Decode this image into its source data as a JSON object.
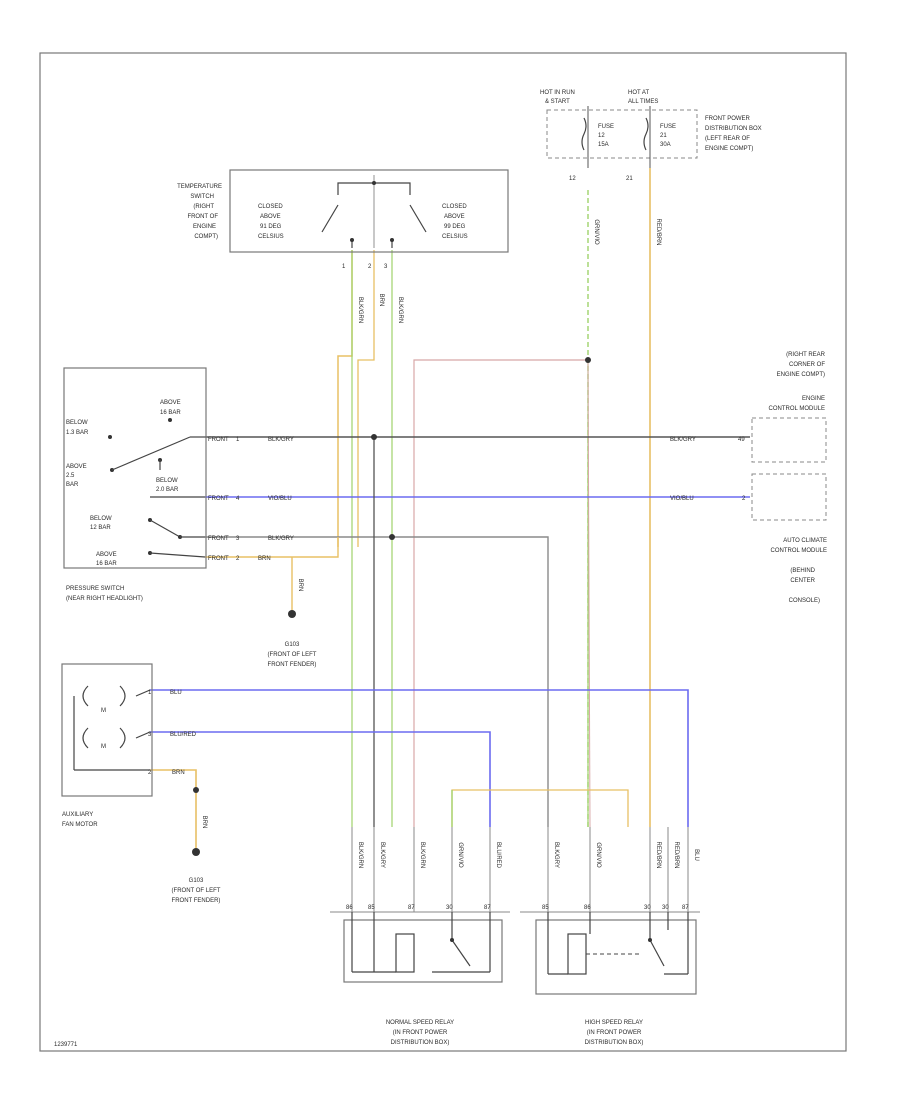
{
  "diagram": {
    "figure_id": "1239771",
    "wire_colors": {
      "green": "#9fd36b",
      "yellow": "#e8c065",
      "blue": "#6b6bf0",
      "gray": "#8a8a8a",
      "dark": "#555555",
      "pink": "#d8a8a8",
      "black": "#333333"
    },
    "power": {
      "hot_run_label": "HOT IN RUN",
      "hot_run_sub": "& START",
      "hot_at_label": "HOT AT",
      "hot_at_sub": "ALL TIMES",
      "fuse_a_label": "FUSE",
      "fuse_a_num": "12",
      "fuse_a_amp": "15A",
      "fuse_b_label": "FUSE",
      "fuse_b_num": "21",
      "fuse_b_amp": "30A",
      "pin_a": "12",
      "pin_b": "21",
      "wire_a": "GRN/VIO",
      "wire_b": "RED/BRN",
      "location_lines": [
        "FRONT POWER",
        "DISTRIBUTION BOX",
        "(LEFT REAR OF",
        "ENGINE COMPT)"
      ]
    },
    "temp_switch": {
      "label_lines": [
        "TEMPERATURE",
        "SWITCH",
        "(RIGHT",
        "FRONT OF",
        "ENGINE",
        "COMPT)"
      ],
      "left_lines": [
        "CLOSED",
        "ABOVE",
        "91 DEG",
        "CELSIUS"
      ],
      "right_lines": [
        "CLOSED",
        "ABOVE",
        "99 DEG",
        "CELSIUS"
      ],
      "pins": [
        "1",
        "2",
        "3"
      ],
      "wires": [
        "BLK/GRN",
        "BRN",
        "BLK/GRN"
      ]
    },
    "pressure_switch": {
      "label_lines": [
        "PRESSURE SWITCH",
        "(NEAR RIGHT HEADLIGHT)"
      ],
      "texts": [
        "ABOVE",
        "16 BAR",
        "BELOW",
        "1.3 BAR",
        "ABOVE",
        "2.5",
        "BAR",
        "BELOW",
        "2.0 BAR",
        "BELOW",
        "12 BAR",
        "ABOVE",
        "16 BAR"
      ],
      "pins": [
        "FRONT",
        "FRONT",
        "FRONT",
        "FRONT"
      ],
      "pin_nums": [
        "1",
        "4",
        "3",
        "2"
      ],
      "wires": [
        "BLK/GRY",
        "VIO/BLU",
        "BLK/GRY",
        "BRN"
      ]
    },
    "ecm": {
      "location_lines": [
        "(RIGHT REAR",
        "CORNER OF",
        "ENGINE COMPT)"
      ],
      "label_lines": [
        "ENGINE",
        "CONTROL MODULE"
      ],
      "wire": "BLK/GRY",
      "pin": "49"
    },
    "acm": {
      "wire": "VIO/BLU",
      "pin": "2",
      "label_lines": [
        "AUTO CLIMATE",
        "CONTROL MODULE",
        "(BEHIND",
        "CENTER",
        "CONSOLE)"
      ]
    },
    "ground1": {
      "id": "G103",
      "lines": [
        "(FRONT OF LEFT",
        "FRONT FENDER)"
      ],
      "wire": "BRN"
    },
    "motor": {
      "label_lines": [
        "AUXILIARY",
        "FAN MOTOR"
      ],
      "m1": "M",
      "m2": "M",
      "wires": [
        "BLU",
        "BLU/RED",
        "BRN"
      ],
      "pins": [
        "1",
        "3",
        "2"
      ]
    },
    "ground2": {
      "id": "G103",
      "lines": [
        "(FRONT OF LEFT",
        "FRONT FENDER)"
      ],
      "wire": "BRN"
    },
    "normal_relay": {
      "label_lines": [
        "NORMAL SPEED RELAY",
        "(IN FRONT POWER",
        "DISTRIBUTION BOX)"
      ],
      "wires": [
        "BLK/GRN",
        "BLK/GRY",
        "BLK/GRN",
        "GRN/VIO",
        "BLU/RED"
      ],
      "pins": [
        "86",
        "85",
        "87",
        "30",
        "87"
      ]
    },
    "high_relay": {
      "label_lines": [
        "HIGH SPEED RELAY",
        "(IN FRONT POWER",
        "DISTRIBUTION BOX)"
      ],
      "wires": [
        "BLK/GRY",
        "GRN/VIO",
        "RED/BRN",
        "RED/BRN",
        "BLU"
      ],
      "pins": [
        "85",
        "86",
        "30",
        "30",
        "87"
      ]
    }
  }
}
